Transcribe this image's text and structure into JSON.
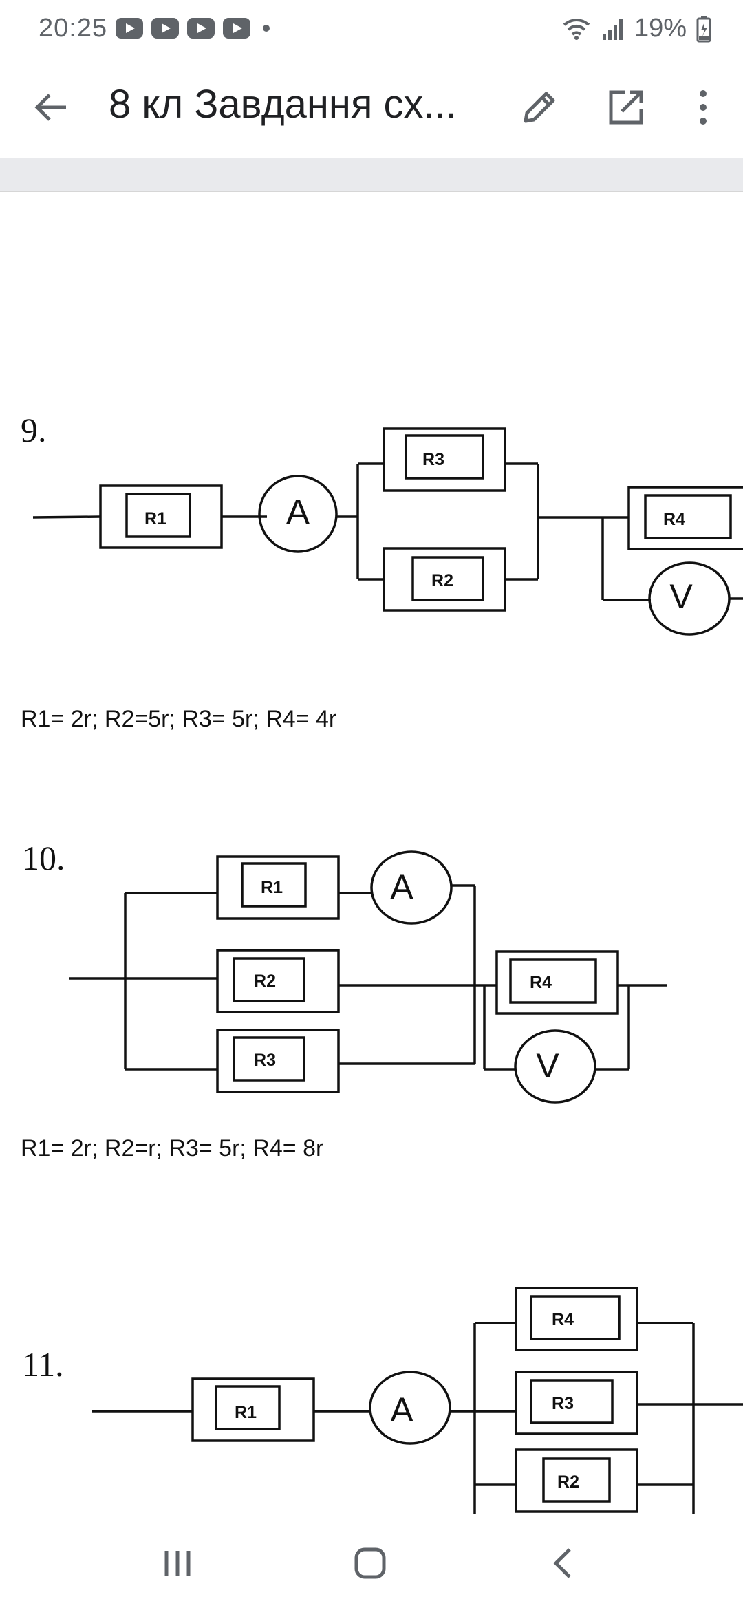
{
  "status": {
    "time": "20:25",
    "battery": "19%",
    "icons": [
      "youtube-icon",
      "youtube-icon",
      "youtube-icon",
      "youtube-icon",
      "wifi-icon",
      "signal-icon",
      "battery-icon"
    ]
  },
  "toolbar": {
    "back_icon": "arrow-left-icon",
    "title": "8 кл Завдання сх...",
    "edit_icon": "pencil-icon",
    "open_icon": "open-external-icon",
    "more_icon": "more-vertical-icon"
  },
  "problems": [
    {
      "number": "9.",
      "labels": {
        "r1": "R1",
        "r2": "R2",
        "r3": "R3",
        "r4": "R4",
        "ammeter": "A",
        "voltmeter": "V"
      },
      "formula": "R1= 2r; R2=5r; R3= 5r; R4= 4r"
    },
    {
      "number": "10.",
      "labels": {
        "r1": "R1",
        "r2": "R2",
        "r3": "R3",
        "r4": "R4",
        "ammeter": "A",
        "voltmeter": "V"
      },
      "formula": "R1= 2r; R2=r; R3= 5r; R4= 8r"
    },
    {
      "number": "11.",
      "labels": {
        "r1": "R1",
        "r2": "R2",
        "r3": "R3",
        "r4": "R4",
        "ammeter": "A"
      }
    }
  ],
  "nav": {
    "recents_icon": "recent-apps-icon",
    "home_icon": "home-icon",
    "back_icon": "back-chevron-icon"
  }
}
